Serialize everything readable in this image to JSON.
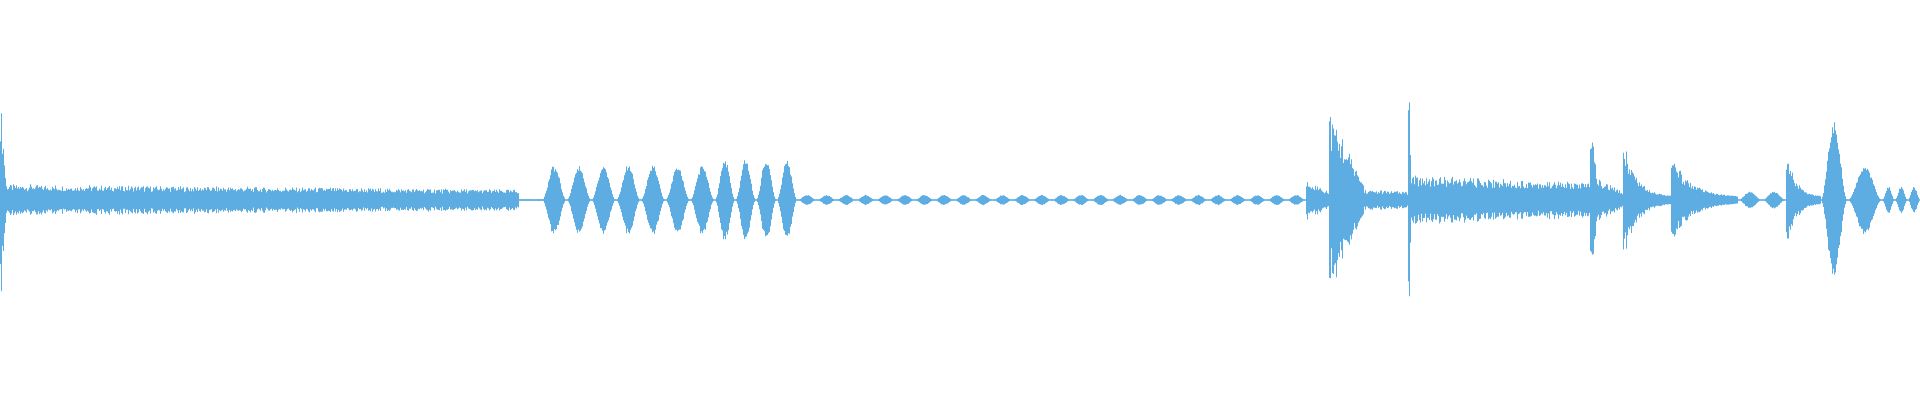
{
  "waveform": {
    "color": "#5dade2",
    "background": "#ffffff",
    "duration": 1.0,
    "regions": [
      {
        "start": 0.0,
        "end": 0.003,
        "kind": "spike",
        "level": 0.55
      },
      {
        "start": 0.003,
        "end": 0.27,
        "kind": "dense",
        "level": 0.09,
        "end_level": 0.06
      },
      {
        "start": 0.27,
        "end": 0.282,
        "kind": "silence",
        "level": 0.005
      },
      {
        "start": 0.282,
        "end": 0.372,
        "kind": "bursts",
        "count": 7,
        "level": 0.2
      },
      {
        "start": 0.372,
        "end": 0.415,
        "kind": "bursts",
        "count": 4,
        "level": 0.24
      },
      {
        "start": 0.415,
        "end": 0.68,
        "kind": "bursts",
        "count": 26,
        "level": 0.03
      },
      {
        "start": 0.68,
        "end": 0.692,
        "kind": "dense",
        "level": 0.12,
        "end_level": 0.05
      },
      {
        "start": 0.692,
        "end": 0.71,
        "kind": "spike",
        "level": 0.45
      },
      {
        "start": 0.71,
        "end": 0.733,
        "kind": "dense",
        "level": 0.06,
        "end_level": 0.05
      },
      {
        "start": 0.733,
        "end": 0.735,
        "kind": "spike",
        "level": 0.82
      },
      {
        "start": 0.735,
        "end": 0.828,
        "kind": "dense",
        "level": 0.14,
        "end_level": 0.1
      },
      {
        "start": 0.828,
        "end": 0.832,
        "kind": "spike",
        "level": 0.45
      },
      {
        "start": 0.832,
        "end": 0.845,
        "kind": "dense",
        "level": 0.12,
        "end_level": 0.05
      },
      {
        "start": 0.845,
        "end": 0.87,
        "kind": "decay",
        "level": 0.35
      },
      {
        "start": 0.87,
        "end": 0.905,
        "kind": "decay",
        "level": 0.25
      },
      {
        "start": 0.905,
        "end": 0.93,
        "kind": "bursts",
        "count": 2,
        "level": 0.05
      },
      {
        "start": 0.93,
        "end": 0.948,
        "kind": "decay",
        "level": 0.28
      },
      {
        "start": 0.948,
        "end": 0.962,
        "kind": "bursts",
        "count": 1,
        "level": 0.45
      },
      {
        "start": 0.962,
        "end": 0.98,
        "kind": "bursts",
        "count": 1,
        "level": 0.2
      },
      {
        "start": 0.98,
        "end": 1.0,
        "kind": "bursts",
        "count": 3,
        "level": 0.08
      }
    ]
  }
}
